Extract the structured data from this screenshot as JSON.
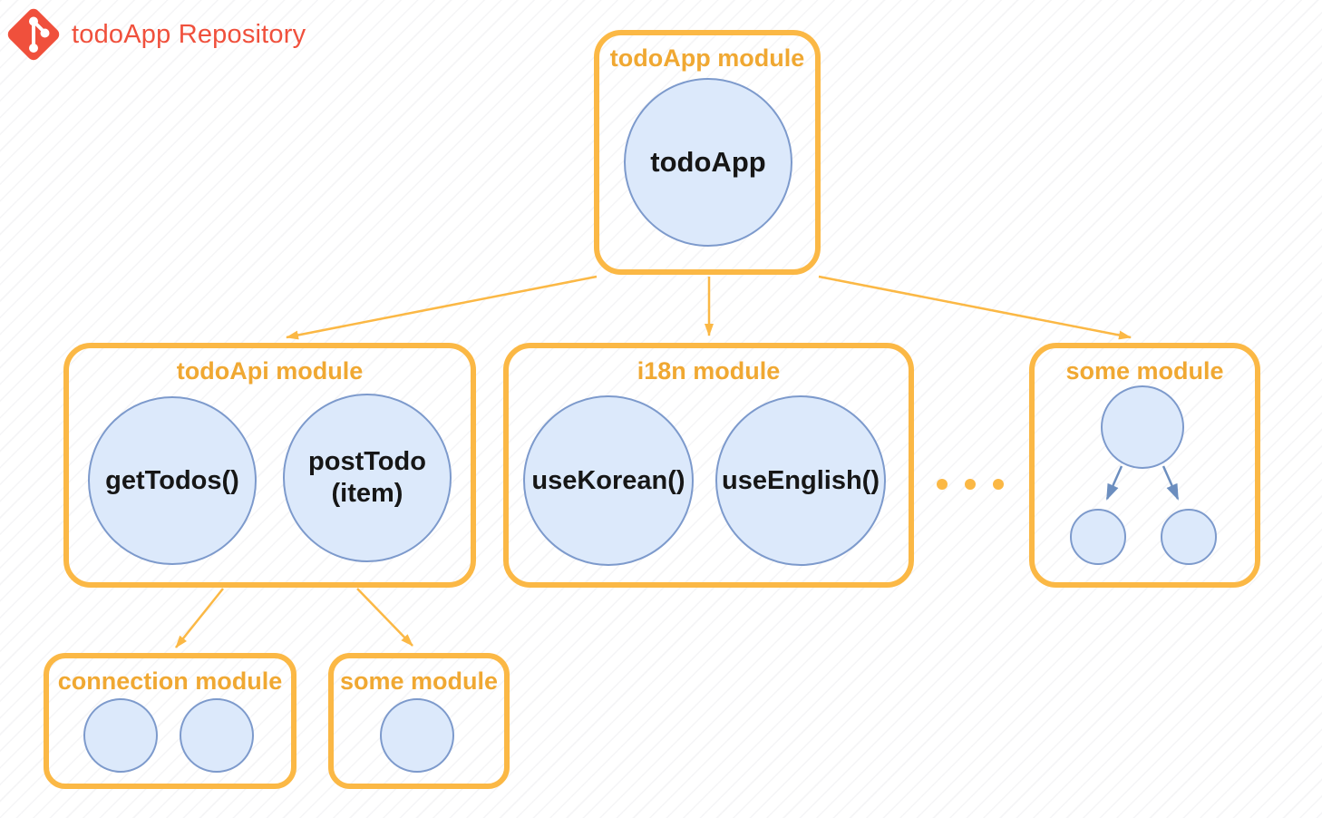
{
  "header": {
    "title": "todoApp Repository"
  },
  "colors": {
    "git_red": "#F0503C",
    "box_gold": "#FBB845",
    "title_orange": "#F0A832",
    "node_fill": "#DCE9FB",
    "node_stroke": "#7D9ACC",
    "arrow_blue": "#6C8EBF",
    "node_text": "#161616"
  },
  "modules": {
    "todoApp": {
      "title": "todoApp module",
      "node_label": "todoApp"
    },
    "todoApi": {
      "title": "todoApi module",
      "node1_label": "getTodos()",
      "node2_line1": "postTodo",
      "node2_line2": "(item)"
    },
    "i18n": {
      "title": "i18n module",
      "node1_label": "useKorean()",
      "node2_label": "useEnglish()"
    },
    "some_right": {
      "title": "some module"
    },
    "connection": {
      "title": "connection module"
    },
    "some_bottom": {
      "title": "some module"
    }
  }
}
